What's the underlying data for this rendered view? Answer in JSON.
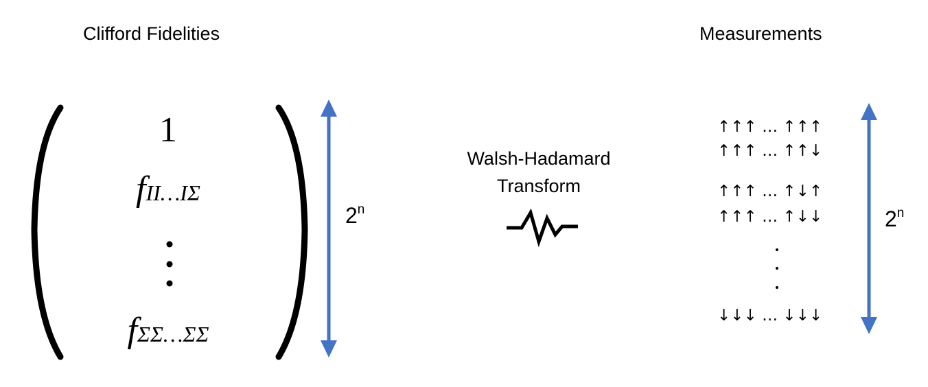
{
  "headings": {
    "left": "Clifford Fidelities",
    "right": "Measurements"
  },
  "vector": {
    "first": "1",
    "second_f": "f",
    "second_sub": "II…IΣ",
    "last_f": "f",
    "last_sub": "ΣΣ…ΣΣ"
  },
  "dimension": {
    "base": "2",
    "exponent": "n"
  },
  "transform": {
    "line1": "Walsh-Hadamard",
    "line2": "Transform"
  },
  "states": [
    "↑↑↑ … ↑↑↑",
    "↑↑↑ … ↑↑↓",
    "↑↑↑ … ↑↓↑",
    "↑↑↑ … ↑↓↓",
    "↓↓↓ … ↓↓↓"
  ],
  "colors": {
    "arrow": "#4472C4",
    "text": "#000000"
  },
  "icons": {
    "squiggle": "squiggle-arrow-icon",
    "double_arrow": "double-headed-arrow-icon"
  }
}
